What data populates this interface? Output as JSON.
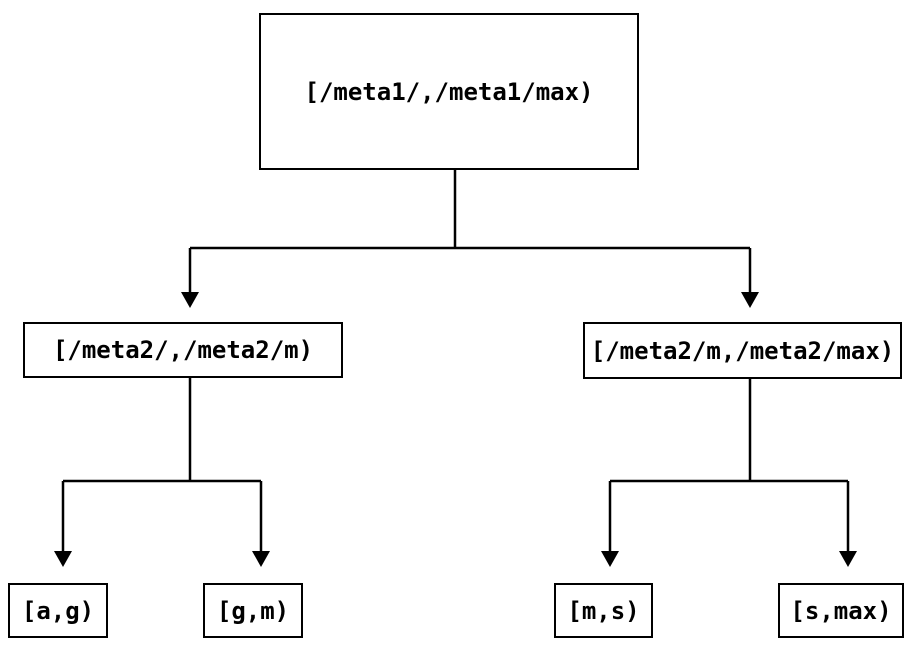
{
  "diagram": {
    "background_color": "#ffffff",
    "line_color": "#000000",
    "text_color": "#000000",
    "nodes": {
      "root": {
        "label": "[/meta1/,/meta1/max)"
      },
      "level2_left": {
        "label": "[/meta2/,/meta2/m)"
      },
      "level2_right": {
        "label": "[/meta2/m,/meta2/max)"
      },
      "leaf_a_g": {
        "label": "[a,g)"
      },
      "leaf_g_m": {
        "label": "[g,m)"
      },
      "leaf_m_s": {
        "label": "[m,s)"
      },
      "leaf_s_max": {
        "label": "[s,max)"
      }
    },
    "edges": [
      {
        "from": "root",
        "to": "level2_left"
      },
      {
        "from": "root",
        "to": "level2_right"
      },
      {
        "from": "level2_left",
        "to": "leaf_a_g"
      },
      {
        "from": "level2_left",
        "to": "leaf_g_m"
      },
      {
        "from": "level2_right",
        "to": "leaf_m_s"
      },
      {
        "from": "level2_right",
        "to": "leaf_s_max"
      }
    ]
  }
}
